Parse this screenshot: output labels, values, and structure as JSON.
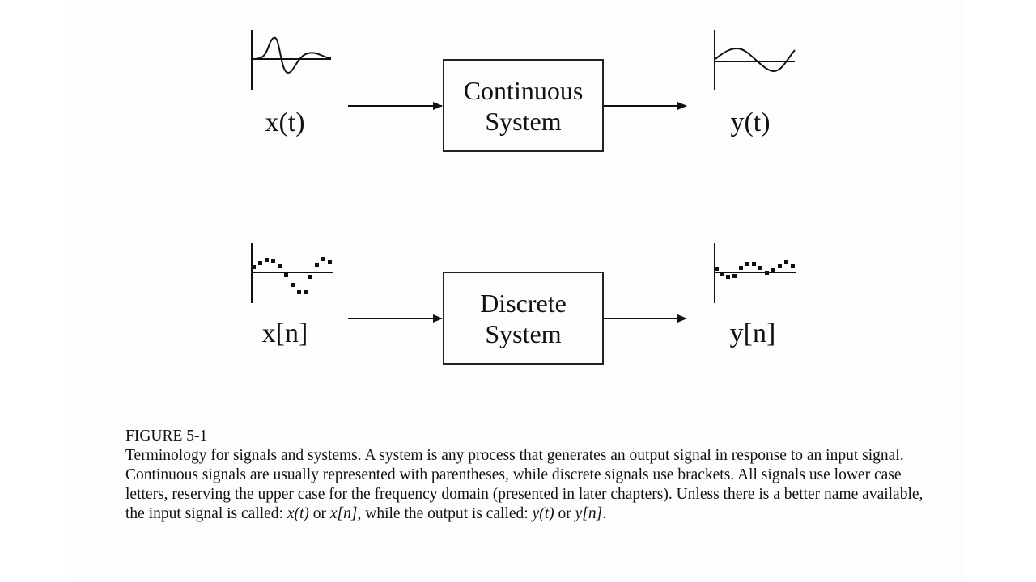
{
  "continuous": {
    "input_label": "x(t)",
    "box_line1": "Continuous",
    "box_line2": "System",
    "output_label": "y(t)"
  },
  "discrete": {
    "input_label": "x[n]",
    "box_line1": "Discrete",
    "box_line2": "System",
    "output_label": "y[n]"
  },
  "caption": {
    "title": "FIGURE 5-1",
    "text_main": "Terminology for signals and systems.  A system is any process that generates an output signal in response to an input signal. Continuous signals are usually represented with parentheses, while discrete signals use brackets.  All signals use lower case letters, reserving the upper case for the frequency domain (presented in later chapters).   Unless there is a better name available, the input signal is called: ",
    "sym1": "x(t)",
    "or1": " or ",
    "sym2": "x[n]",
    "mid": ", while the output is called: ",
    "sym3": "y(t)",
    "or2": " or ",
    "sym4": "y[n]",
    "end": "."
  }
}
